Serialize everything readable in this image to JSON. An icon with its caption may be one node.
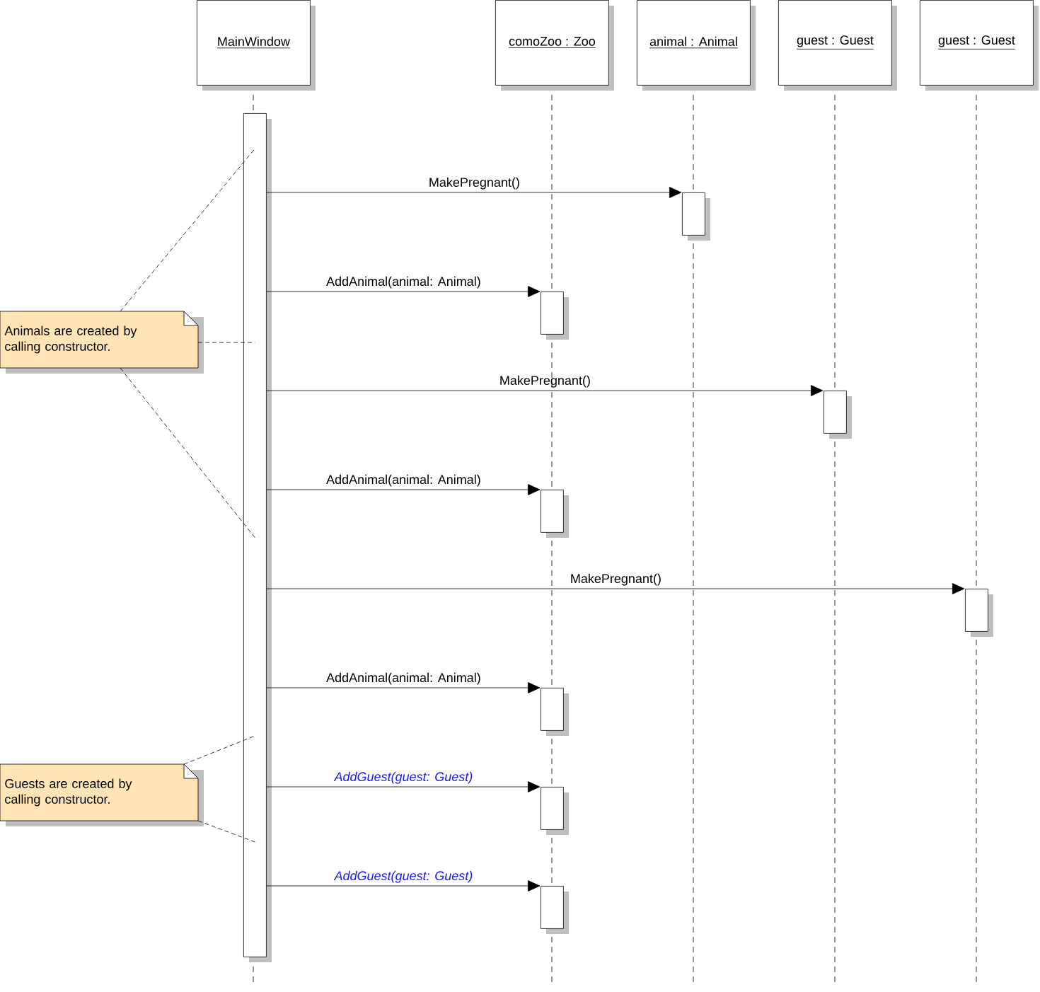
{
  "diagram": {
    "nodes": [
      {
        "text": [
          "MainWindow"
        ]
      },
      {
        "text": [
          "comoZoo : Zoo"
        ]
      },
      {
        "text": [
          "animal : Animal"
        ]
      },
      {
        "text": [
          "guest : Guest"
        ]
      },
      {
        "text": [
          "guest : Guest"
        ]
      },
      {
        "text": [],
        "shape": "bar"
      },
      {
        "text": [],
        "shape": "bar"
      },
      {
        "text": [],
        "shape": "bar"
      },
      {
        "text": [],
        "shape": "bar"
      },
      {
        "text": [],
        "shape": "bar"
      },
      {
        "text": [],
        "shape": "bar"
      },
      {
        "text": [],
        "shape": "bar"
      },
      {
        "text": [],
        "shape": "bar"
      },
      {
        "text": [],
        "shape": "bar"
      },
      {
        "text": [
          "Animals are created by calling constructor."
        ]
      },
      {
        "text": [
          "Guests are created by calling constructor."
        ]
      }
    ],
    "edges": [
      {
        "from": 5,
        "to": 6,
        "arrow": "to",
        "label": "MakePregnant()"
      },
      {
        "from": 5,
        "to": 7,
        "arrow": "to",
        "label": "AddAnimal(animal: Animal)"
      },
      {
        "from": 5,
        "to": 8,
        "arrow": "to",
        "label": "MakePregnant()"
      },
      {
        "from": 5,
        "to": 9,
        "arrow": "to",
        "label": "AddAnimal(animal: Animal)"
      },
      {
        "from": 5,
        "to": 10,
        "arrow": "to",
        "label": "MakePregnant()"
      },
      {
        "from": 5,
        "to": 11,
        "arrow": "to",
        "label": "AddAnimal(animal: Animal)"
      },
      {
        "from": 5,
        "to": 12,
        "arrow": "to",
        "label": "AddGuest(guest: Guest)"
      },
      {
        "from": 5,
        "to": 13,
        "arrow": "to",
        "label": "AddGuest(guest: Guest)"
      },
      {
        "from": 14,
        "to": 5,
        "arrow": "none",
        "style": "dashed"
      },
      {
        "from": 14,
        "to": 5,
        "arrow": "none",
        "style": "dashed"
      },
      {
        "from": 14,
        "to": 5,
        "arrow": "none",
        "style": "dashed"
      },
      {
        "from": 15,
        "to": 5,
        "arrow": "none",
        "style": "dashed"
      },
      {
        "from": 15,
        "to": 5,
        "arrow": "none",
        "style": "dashed"
      }
    ]
  }
}
